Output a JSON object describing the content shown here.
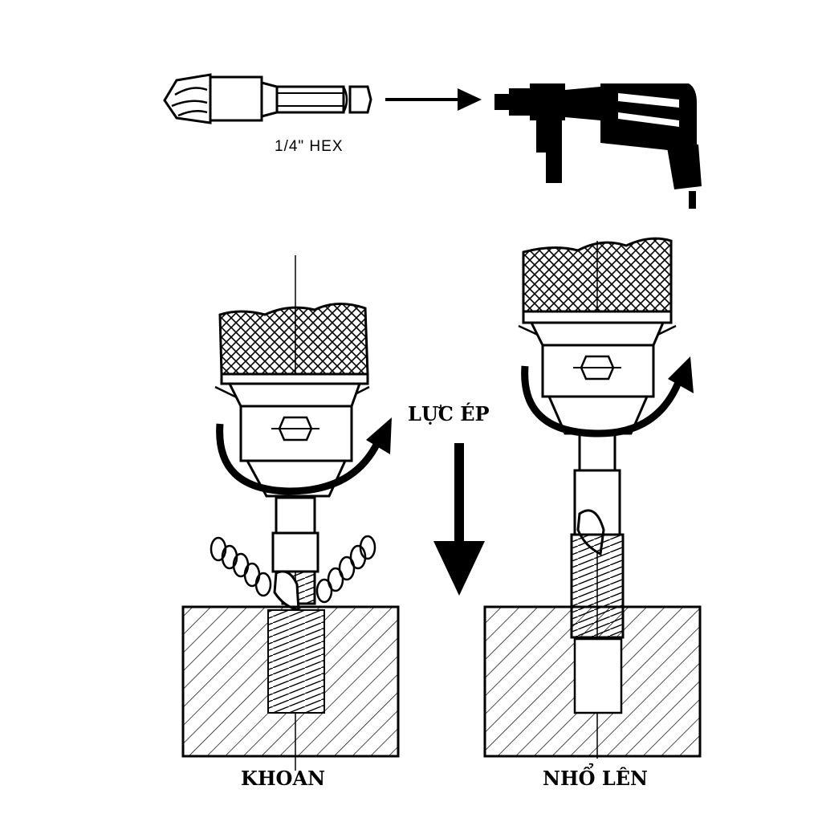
{
  "labels": {
    "hex_size": "1/4\"  HEX",
    "press_force": "LỰC ÉP",
    "left_caption": "KHOAN",
    "right_caption": "NHỔ LÊN"
  },
  "colors": {
    "ink": "#000000",
    "paper": "#ffffff"
  },
  "icons": {
    "bit": "extractor-bit-icon",
    "drill": "power-drill-icon",
    "chuck": "drill-chuck-icon",
    "arrow": "rotation-arrow-icon"
  }
}
